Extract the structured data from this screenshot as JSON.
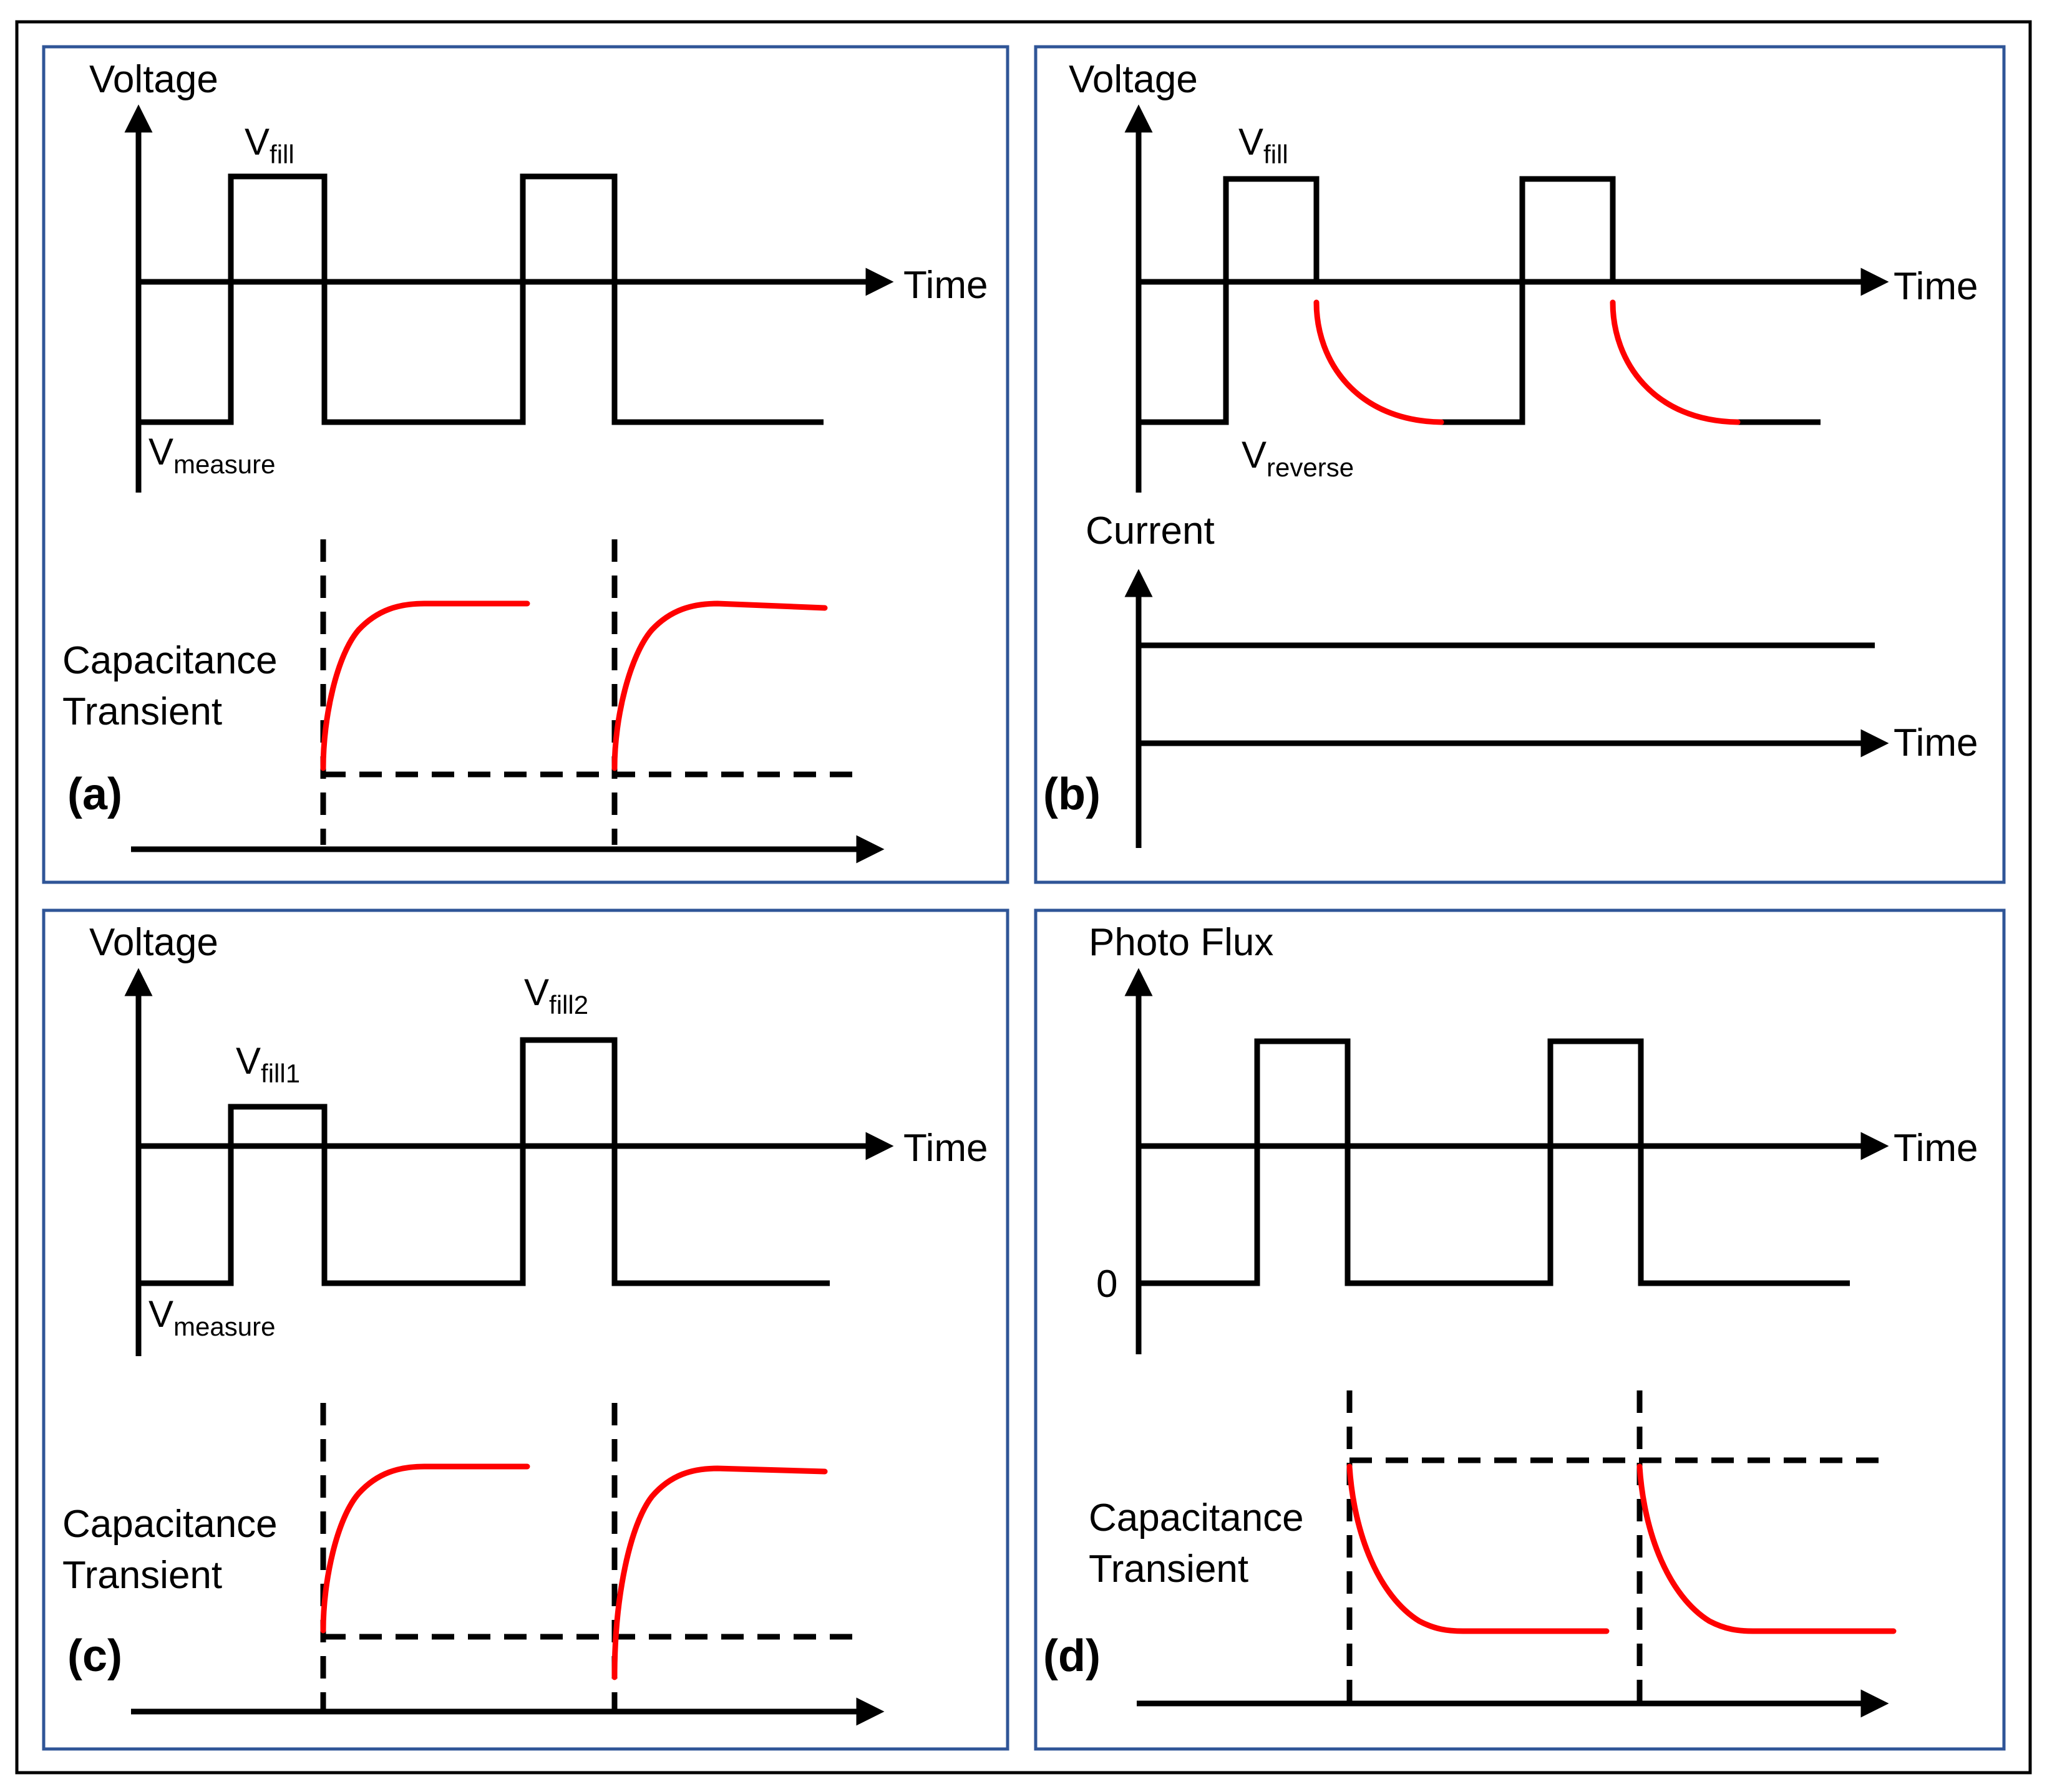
{
  "colors": {
    "panel_border": "#2f5597",
    "transient": "#ff0000",
    "line": "#000000"
  },
  "panel_a": {
    "tag": "(a)",
    "y_label": "Voltage",
    "x_label": "Time",
    "fill_v": "V",
    "fill_sub": "fill",
    "measure_v": "V",
    "measure_sub": "measure",
    "cap_line1": "Capacitance",
    "cap_line2": "Transient"
  },
  "panel_b": {
    "tag": "(b)",
    "y_label": "Voltage",
    "x_label": "Time",
    "fill_v": "V",
    "fill_sub": "fill",
    "reverse_v": "V",
    "reverse_sub": "reverse",
    "current_label": "Current",
    "current_x_label": "Time"
  },
  "panel_c": {
    "tag": "(c)",
    "y_label": "Voltage",
    "x_label": "Time",
    "fill1_v": "V",
    "fill1_sub": "fill1",
    "fill2_v": "V",
    "fill2_sub": "fill2",
    "measure_v": "V",
    "measure_sub": "measure",
    "cap_line1": "Capacitance",
    "cap_line2": "Transient"
  },
  "panel_d": {
    "tag": "(d)",
    "y_label": "Photo Flux",
    "x_label": "Time",
    "zero_label": "0",
    "cap_line1": "Capacitance",
    "cap_line2": "Transient"
  }
}
